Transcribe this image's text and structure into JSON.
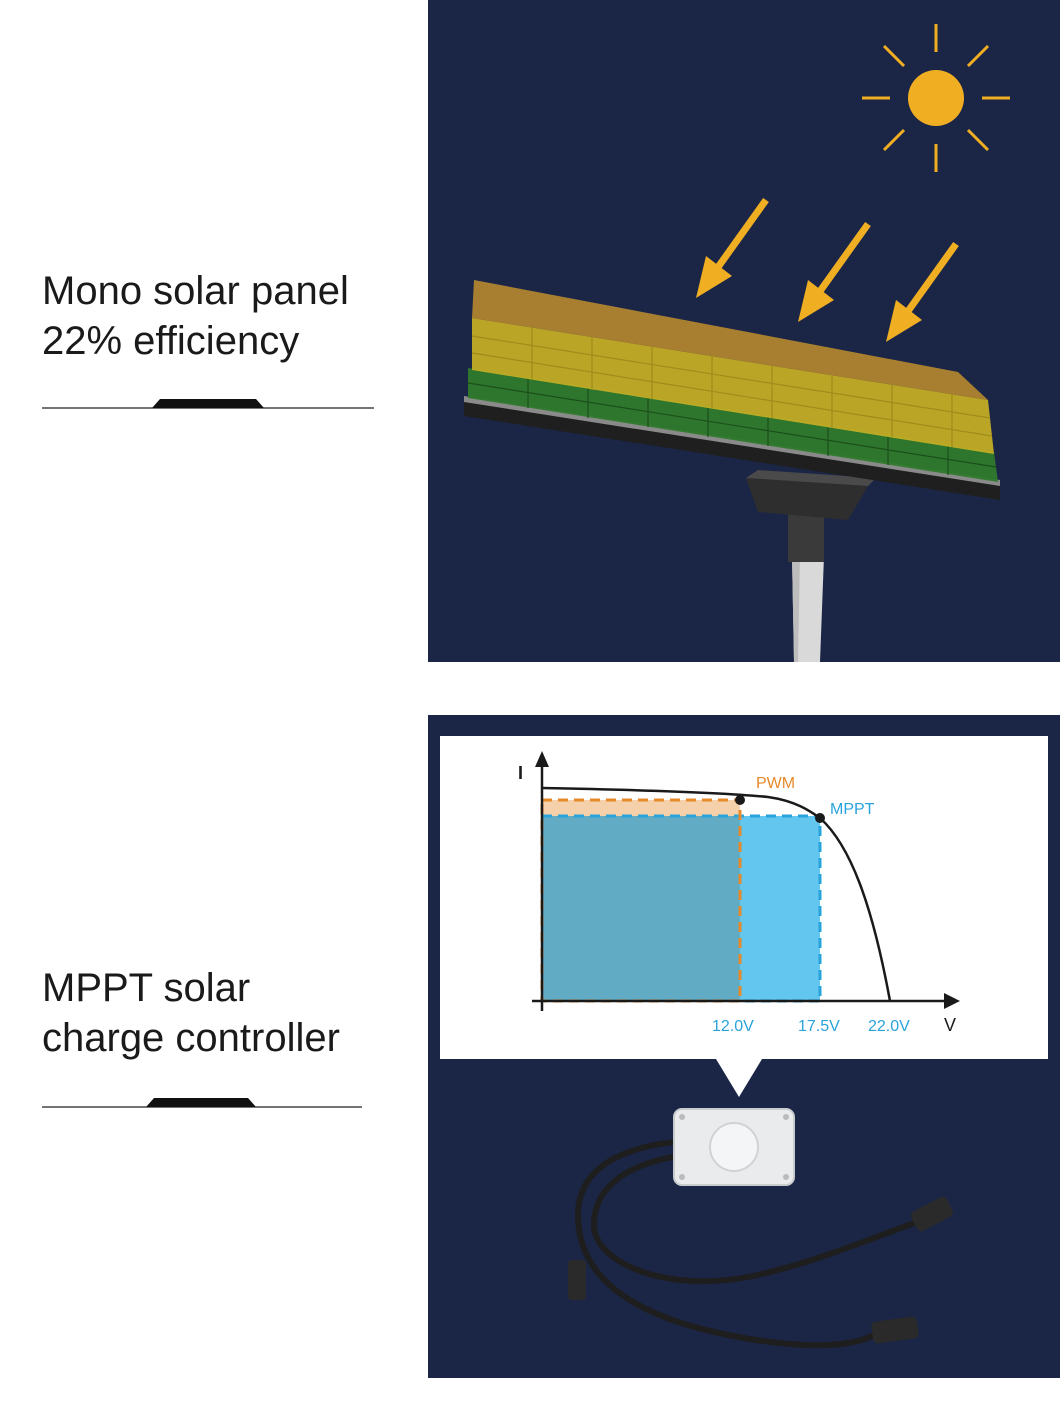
{
  "section1": {
    "title_line1": "Mono solar panel",
    "title_line2": "22% efficiency"
  },
  "section2": {
    "title_line1": "MPPT solar",
    "title_line2": "charge controller"
  },
  "colors": {
    "panel_bg": "#1b2647",
    "sun": "#f0ae22",
    "pwm": "#e8892a",
    "mppt": "#29a3dc"
  },
  "icons": [
    "sun-icon",
    "arrow-down-left-icon",
    "solar-panel-illustration",
    "controller-device-illustration"
  ],
  "chart_data": {
    "type": "line",
    "title": "",
    "xlabel": "V",
    "ylabel": "I",
    "x_ticks": [
      "12.0V",
      "17.5V",
      "22.0V"
    ],
    "series": [
      {
        "name": "PWM",
        "operating_point_v": 12.0
      },
      {
        "name": "MPPT",
        "operating_point_v": 17.5
      }
    ],
    "open_circuit_voltage": 22.0,
    "grid": false
  }
}
